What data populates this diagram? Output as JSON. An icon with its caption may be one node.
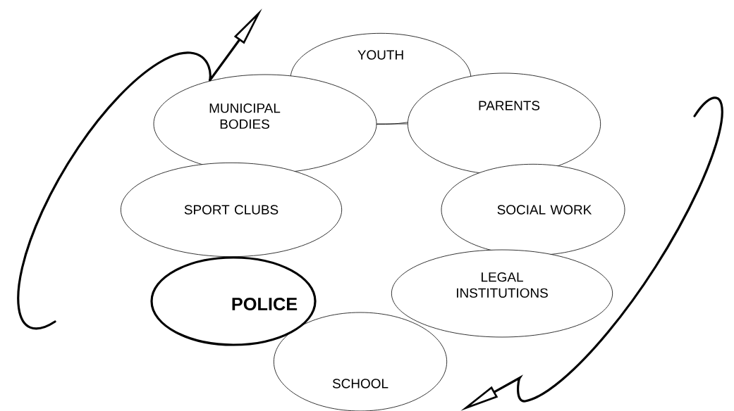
{
  "diagram": {
    "nodes": [
      {
        "text": [
          "YOUTH"
        ]
      },
      {
        "text": [
          "MUNICIPAL BODIES"
        ]
      },
      {
        "text": [
          "PARENTS"
        ]
      },
      {
        "text": [
          "SPORT CLUBS"
        ]
      },
      {
        "text": [
          "SOCIAL WORK"
        ]
      },
      {
        "text": [
          "POLICE"
        ]
      },
      {
        "text": [
          "LEGAL INSTITUTIONS"
        ]
      },
      {
        "text": [
          "SCHOOL"
        ]
      }
    ],
    "edges": [
      {
        "from": 1,
        "to": 2,
        "arrow": "none"
      }
    ]
  }
}
